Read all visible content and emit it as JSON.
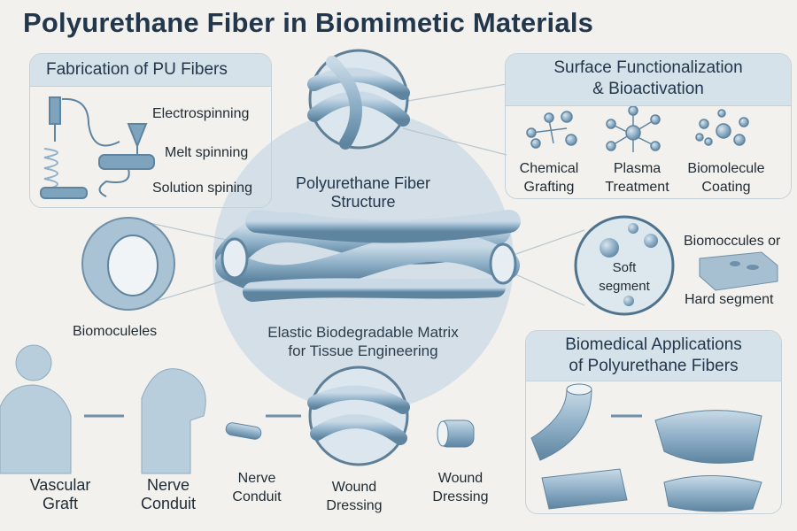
{
  "title": "Polyurethane Fiber in Biomimetic Materials",
  "fabrication": {
    "heading": "Fabrication of PU Fibers",
    "methods": [
      "Electrospinning",
      "Melt spinning",
      "Solution spining"
    ]
  },
  "surface": {
    "heading_line1": "Surface Functionalization",
    "heading_line2": "& Bioactivation",
    "items": [
      {
        "line1": "Chemical",
        "line2": "Grafting"
      },
      {
        "line1": "Plasma",
        "line2": "Treatment"
      },
      {
        "line1": "Biomolecule",
        "line2": "Coating"
      }
    ]
  },
  "center": {
    "heading_line1": "Polyurethane Fiber",
    "heading_line2": "Structure",
    "caption_line1": "Elastic Biodegradable Matrix",
    "caption_line2": "for Tissue Engineering"
  },
  "left_label": "Biomoculeles",
  "segments": {
    "soft_line1": "Soft",
    "soft_line2": "segment",
    "biomolecules": "Biomoccules or",
    "hard": "Hard segment"
  },
  "applications": {
    "heading_line1": "Biomedical Applications",
    "heading_line2": "of Polyurethane Fibers"
  },
  "bottom_labels": [
    {
      "line1": "Vascular",
      "line2": "Graft"
    },
    {
      "line1": "Nerve",
      "line2": "Conduit"
    },
    {
      "line1": "Nerve",
      "line2": "Conduit"
    },
    {
      "line1": "Wound",
      "line2": "Dressing"
    },
    {
      "line1": "Wound",
      "line2": "Dressing"
    }
  ],
  "colors": {
    "title": "#22374b",
    "fiber": "#8fb0c8",
    "header": "#d6e2e9"
  }
}
